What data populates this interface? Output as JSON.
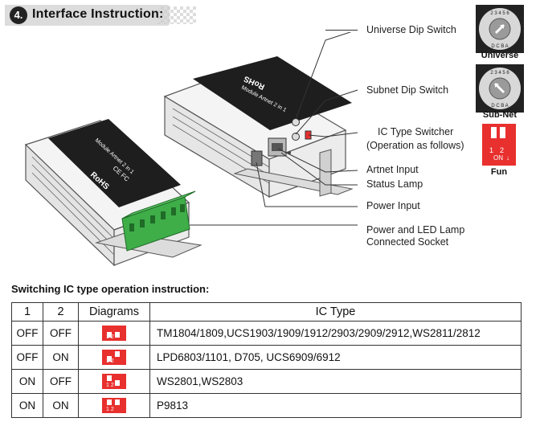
{
  "header": {
    "number": "4.",
    "title": "Interface Instruction:"
  },
  "labels": {
    "universe_dip": "Universe Dip Switch",
    "subnet_dip": "Subnet Dip Switch",
    "ic_type_switcher": "IC Type Switcher",
    "ic_type_switcher_note": "(Operation as follows)",
    "artnet_input": "Artnet Input",
    "status_lamp": "Status Lamp",
    "power_input": "Power Input",
    "power_led_socket_line1": "Power and LED Lamp",
    "power_led_socket_line2": "Connected Socket"
  },
  "switches": {
    "universe_label": "Universe",
    "subnet_label": "Sub-Net",
    "fun_label": "Fun",
    "fun_pos1": "1",
    "fun_pos2": "2",
    "fun_on": "ON"
  },
  "device_text": {
    "brand": "Module Artnet 2 in 1",
    "rohs": "RoHS",
    "ce": "CE FC"
  },
  "section_title": "Switching IC type operation instruction:",
  "table": {
    "headers": [
      "1",
      "2",
      "Diagrams",
      "IC Type"
    ],
    "rows": [
      {
        "s1": "OFF",
        "s2": "OFF",
        "ic": "TM1804/1809,UCS1903/1909/1912/2903/2909/2912,WS2811/2812"
      },
      {
        "s1": "OFF",
        "s2": "ON",
        "ic": "LPD6803/1101, D705, UCS6909/6912"
      },
      {
        "s1": "ON",
        "s2": "OFF",
        "ic": "WS2801,WS2803"
      },
      {
        "s1": "ON",
        "s2": "ON",
        "ic": "P9813"
      }
    ]
  },
  "colors": {
    "switch_red": "#e8302e",
    "terminal_green": "#3fae49",
    "housing": "#f2f2f2"
  }
}
